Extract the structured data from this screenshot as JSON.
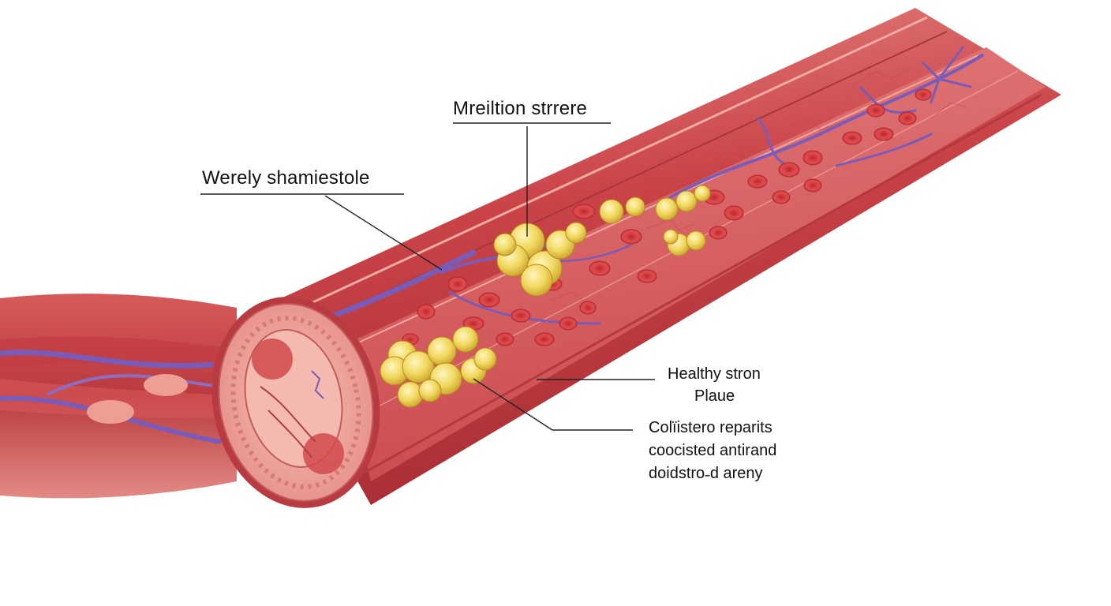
{
  "labels": {
    "top": "Mreiltion strrere",
    "left": "Werely shamiestole",
    "healthy": "Healthy stron",
    "plaque": "Plaue",
    "cholesterol_lines": [
      "Colïistero  reparits",
      "coocisted antirand",
      "doidstro˗d areny"
    ]
  },
  "colors": {
    "vessel_outer": "#c9474a",
    "vessel_inner": "#e07a78",
    "lumen": "#d9625f",
    "cross_section": "#f1a9a0",
    "plaque": "#efd25a",
    "red_cell": "#d63b3e",
    "vein": "#7b5bb8",
    "leader_line": "#222222"
  }
}
